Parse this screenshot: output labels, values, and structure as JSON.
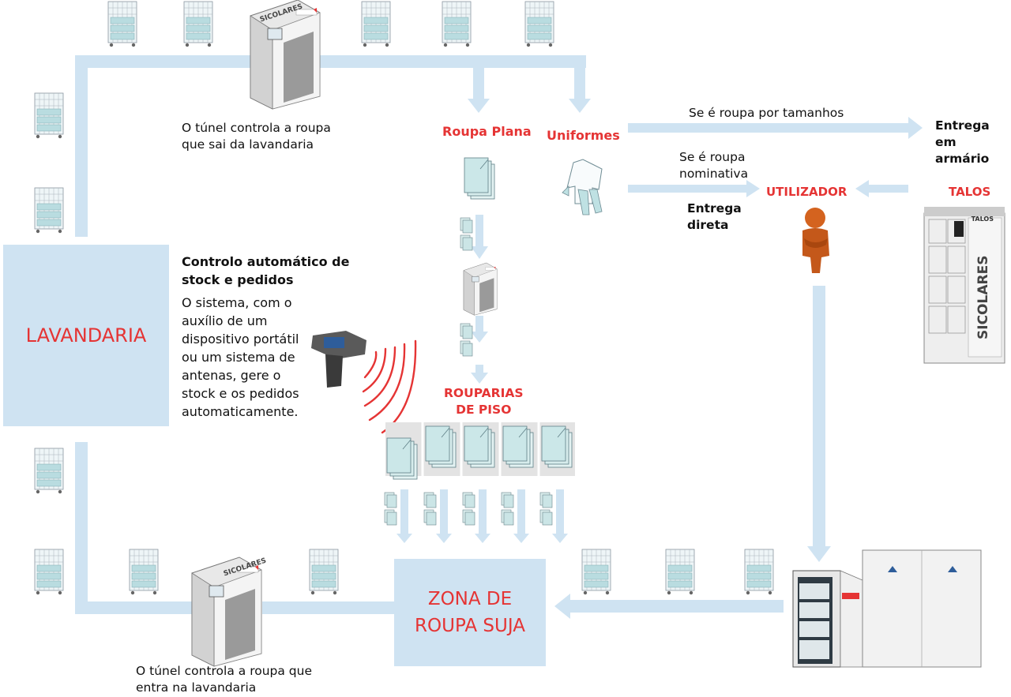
{
  "colors": {
    "flow": "#cfe3f2",
    "accent": "#e53434",
    "box": "#cfe3f2"
  },
  "lavandaria": {
    "label": "LAVANDARIA"
  },
  "zona_suja": {
    "line1": "ZONA DE",
    "line2": "ROUPA SUJA"
  },
  "tunnel_top_caption": {
    "line1": "O túnel controla a roupa",
    "line2": "que sai da lavandaria"
  },
  "tunnel_bottom_caption": {
    "line1": "O túnel controla a roupa que",
    "line2": "entra na lavandaria"
  },
  "flat_linen": "Roupa Plana",
  "uniforms": "Uniformes",
  "by_size": "Se é roupa por tamanhos",
  "delivery_locker": {
    "line1": "Entrega",
    "line2": "em armário"
  },
  "nominative": {
    "line1": "Se é roupa",
    "line2": "nominativa"
  },
  "utilizador": "UTILIZADOR",
  "talos": "TALOS",
  "direct_delivery": {
    "line1": "Entrega",
    "line2": "direta"
  },
  "auto_control": {
    "title1": "Controlo automático de",
    "title2": "stock e pedidos",
    "body": [
      "O sistema, com o",
      "auxílio de um",
      "dispositivo portátil",
      "ou um sistema de",
      "antenas, gere o",
      "stock e os pedidos",
      "automaticamente."
    ]
  },
  "rouparias": {
    "line1": "ROUPARIAS",
    "line2": "DE PISO"
  },
  "brand": "SICOLARES",
  "locker_brand": "TALOS",
  "icons": [
    "cage-trolley-icon",
    "rfid-tunnel-icon",
    "uniform-icon",
    "person-icon",
    "locker-icon",
    "rfid-reader-icon",
    "dirty-linen-cabinet-icon",
    "linen-stack-icon"
  ]
}
